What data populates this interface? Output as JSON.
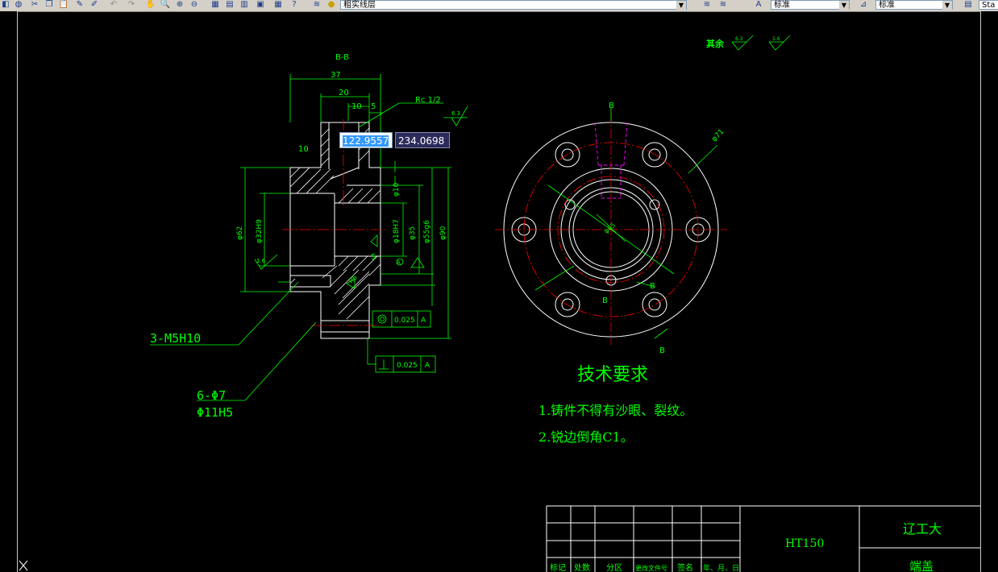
{
  "toolbar": {
    "layer_value": "粗实线层",
    "textstyle_value": "标准",
    "dimstyle_value": "标准",
    "tablestyle_value": "Sta"
  },
  "dynamic_input": {
    "x": "122.9557",
    "y": "234.0698"
  },
  "section_view": {
    "title": "B-B",
    "dims": {
      "d37": "37",
      "d20": "20",
      "d10a": "10",
      "d5a": "5",
      "d10b": "10",
      "rc": "Rc 1/2",
      "phi10": "φ10",
      "phi62": "φ62",
      "phi32": "φ32H9",
      "phi18": "φ18H7",
      "phi35": "φ35",
      "phi55": "φ55g6",
      "phi90": "φ90",
      "d5b": "5",
      "r6": "R6"
    },
    "rough_top": "6.3",
    "rough_left": "1.6",
    "tol_concentric": "0.025",
    "tol_perp": "0.025",
    "datum": "A",
    "callout_thread": "3-M5H10",
    "callout_hole1": "6-Φ7",
    "callout_hole2": "Φ11H5"
  },
  "front_view": {
    "label_b": "B",
    "dim_phi71": "φ71",
    "dim_phi45": "φ45"
  },
  "roughness_note": {
    "label": "其余",
    "value1": "6.3",
    "value2": "1.6"
  },
  "tech_req": {
    "title": "技术要求",
    "items": [
      "1.铸件不得有沙眼、裂纹。",
      "2.锐边倒角C1。"
    ]
  },
  "title_block": {
    "material": "HT150",
    "company": "辽工大",
    "part_name": "端盖",
    "headers": [
      "标记",
      "处数",
      "分区",
      "更改文件号",
      "签名",
      "年、月、日"
    ]
  },
  "colors": {
    "line": "#ffffff",
    "dim": "#00ff00",
    "center": "#ff0000",
    "hidden": "#ff00ff",
    "hatch": "#ffffff",
    "background": "#000000"
  }
}
